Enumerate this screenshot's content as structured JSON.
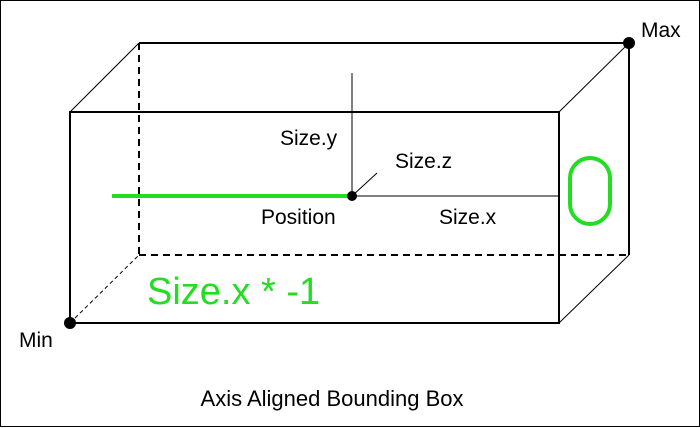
{
  "diagram": {
    "caption": "Axis Aligned Bounding Box",
    "labels": {
      "max": "Max",
      "min": "Min",
      "size_y": "Size.y",
      "size_z": "Size.z",
      "size_x": "Size.x",
      "position": "Position",
      "negative_size_x": "Size.x * -1",
      "green_zero": "0"
    },
    "colors": {
      "line": "#000000",
      "accent": "#22dd22",
      "background": "#ffffff"
    }
  }
}
